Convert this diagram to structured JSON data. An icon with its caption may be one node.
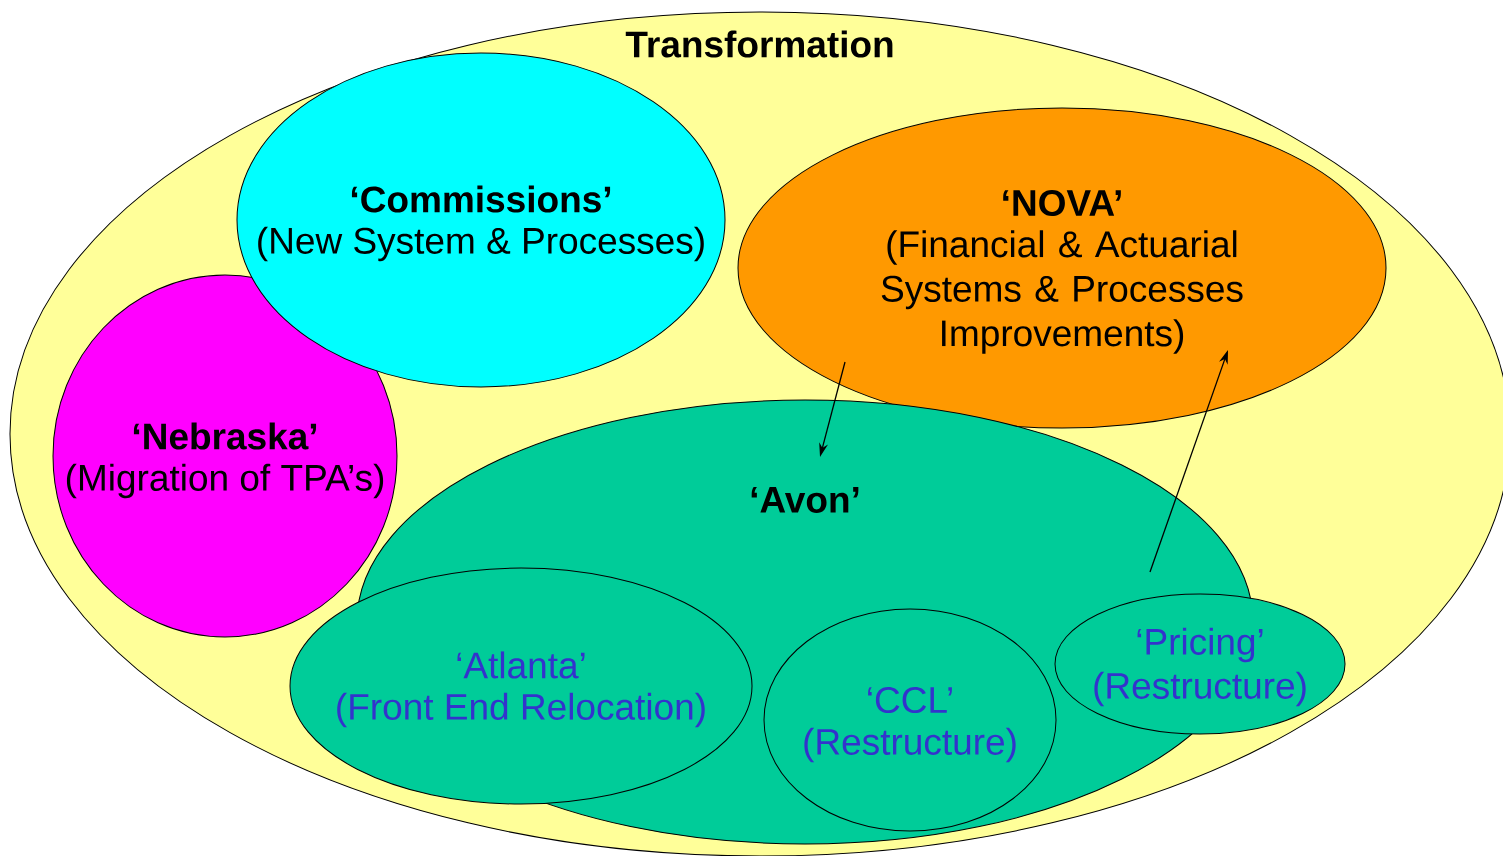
{
  "diagram": {
    "nodes": [
      {
        "text": [
          "Transformation"
        ]
      },
      {
        "text": [
          "‘Commissions’",
          "(New System & Processes)"
        ],
        "in": 0
      },
      {
        "text": [
          "‘Nebraska’",
          "(Migration of TPA’s)"
        ],
        "in": 0
      },
      {
        "text": [
          "‘NOVA’",
          "(Financial & Actuarial Systems & Processes Improvements)"
        ],
        "in": 0
      },
      {
        "text": [
          "‘Avon’"
        ],
        "in": 0
      },
      {
        "text": [
          "‘Atlanta’",
          "(Front End Relocation)"
        ],
        "in": 0
      },
      {
        "text": [
          "‘CCL’",
          "(Restructure)"
        ],
        "in": 4
      },
      {
        "text": [
          "‘Pricing’",
          "(Restructure)"
        ],
        "in": 0
      }
    ],
    "edges": [
      {
        "from": 3,
        "to": 4,
        "arrow": "to"
      },
      {
        "from": 7,
        "to": 3,
        "arrow": "to"
      }
    ]
  }
}
